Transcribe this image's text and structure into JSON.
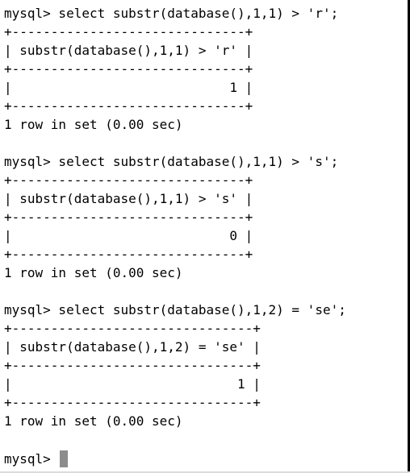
{
  "terminal": {
    "blocks": [
      {
        "command": "mysql> select substr(database(),1,1) > 'r';",
        "border": "+------------------------------+",
        "header": "| substr(database(),1,1) > 'r' |",
        "value": "|                            1 |",
        "summary": "1 row in set (0.00 sec)"
      },
      {
        "command": "mysql> select substr(database(),1,1) > 's';",
        "border": "+------------------------------+",
        "header": "| substr(database(),1,1) > 's' |",
        "value": "|                            0 |",
        "summary": "1 row in set (0.00 sec)"
      },
      {
        "command": "mysql> select substr(database(),1,2) = 'se';",
        "border": "+-------------------------------+",
        "header": "| substr(database(),1,2) = 'se' |",
        "value": "|                             1 |",
        "summary": "1 row in set (0.00 sec)"
      }
    ],
    "final_prompt": "mysql> "
  },
  "colors": {
    "background": "#ffffff",
    "text": "#000000",
    "cursor": "#8c8c8c"
  }
}
